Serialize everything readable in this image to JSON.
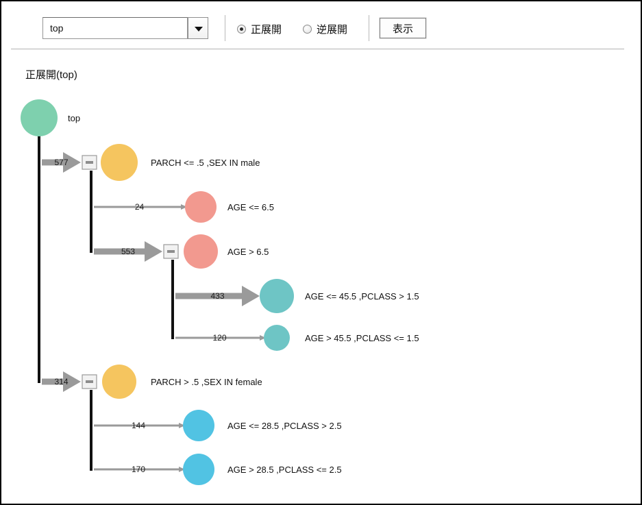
{
  "toolbar": {
    "select": {
      "value": "top",
      "arrow_icon": "chevron-down-icon"
    },
    "radios": [
      {
        "label": "正展開",
        "selected": true
      },
      {
        "label": "逆展開",
        "selected": false
      }
    ],
    "show_button": "表示"
  },
  "canvas": {
    "heading": "正展開(top)",
    "root": {
      "label": "top",
      "color": "#7ed0ae"
    },
    "nodes": [
      {
        "id": "n1",
        "label": "PARCH <= .5 ,SEX IN male",
        "edge": "577",
        "color": "#f5c55f",
        "collapsible": true,
        "arrow": "thick"
      },
      {
        "id": "n2",
        "label": "AGE <= 6.5",
        "edge": "24",
        "color": "#f2998f",
        "collapsible": false,
        "arrow": "thin"
      },
      {
        "id": "n3",
        "label": "AGE > 6.5",
        "edge": "553",
        "color": "#f2998f",
        "collapsible": true,
        "arrow": "thick"
      },
      {
        "id": "n4",
        "label": "AGE <= 45.5 ,PCLASS > 1.5",
        "edge": "433",
        "color": "#6ec5c5",
        "collapsible": false,
        "arrow": "thick"
      },
      {
        "id": "n5",
        "label": "AGE > 45.5 ,PCLASS <= 1.5",
        "edge": "120",
        "color": "#6ec5c5",
        "collapsible": false,
        "arrow": "thin"
      },
      {
        "id": "n6",
        "label": "PARCH > .5 ,SEX IN female",
        "edge": "314",
        "color": "#f5c55f",
        "collapsible": true,
        "arrow": "thick"
      },
      {
        "id": "n7",
        "label": "AGE <= 28.5 ,PCLASS > 2.5",
        "edge": "144",
        "color": "#51c3e3",
        "collapsible": false,
        "arrow": "thin"
      },
      {
        "id": "n8",
        "label": "AGE > 28.5 ,PCLASS <= 2.5",
        "edge": "170",
        "color": "#51c3e3",
        "collapsible": false,
        "arrow": "thin"
      }
    ],
    "colors": {
      "trunk": "#111111",
      "arrow": "#9a9a9a",
      "toggle_face": "#f2f2f2",
      "toggle_border": "#9a9a9a",
      "minus": "#8d8d8d"
    }
  }
}
